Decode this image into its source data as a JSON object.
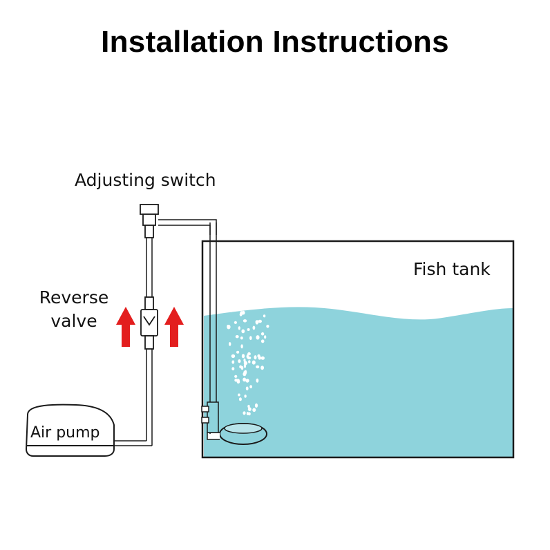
{
  "title": "Installation Instructions",
  "labels": {
    "adjusting_switch": "Adjusting switch",
    "fish_tank": "Fish tank",
    "reverse_valve_line1": "Reverse",
    "reverse_valve_line2": "valve",
    "air_pump": "Air pump"
  },
  "colors": {
    "water": "#8ed3dc",
    "arrow": "#e31e1e",
    "outline": "#1a1a1a"
  },
  "icons": [
    "up-arrow-icon",
    "up-arrow-icon"
  ]
}
